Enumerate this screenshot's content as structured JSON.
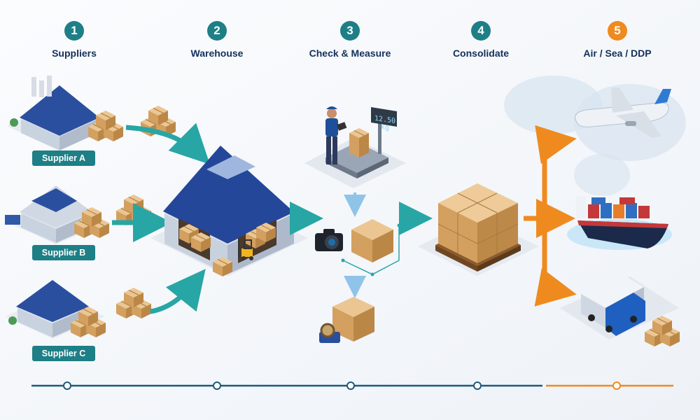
{
  "steps": [
    {
      "number": "1",
      "title": "Suppliers"
    },
    {
      "number": "2",
      "title": "Warehouse"
    },
    {
      "number": "3",
      "title": "Check & Measure"
    },
    {
      "number": "4",
      "title": "Consolidate"
    },
    {
      "number": "5",
      "title": "Air / Sea / DDP"
    }
  ],
  "suppliers": [
    {
      "label": "Supplier A"
    },
    {
      "label": "Supplier B"
    },
    {
      "label": "Supplier C"
    }
  ],
  "scale": {
    "readout": "12.50 kg"
  },
  "colors": {
    "teal": "#1e7f86",
    "navy": "#14305b",
    "orange": "#ef8a1f",
    "roof_blue": "#25479a",
    "box": "#d9ac72"
  },
  "icons": [
    "factory-icon",
    "warehouse-icon",
    "forklift-icon",
    "worker-icon",
    "scale-icon",
    "camera-icon",
    "tape-icon",
    "pallet-icon",
    "airplane-icon",
    "cargo-ship-icon",
    "truck-icon",
    "world-map-icon"
  ]
}
